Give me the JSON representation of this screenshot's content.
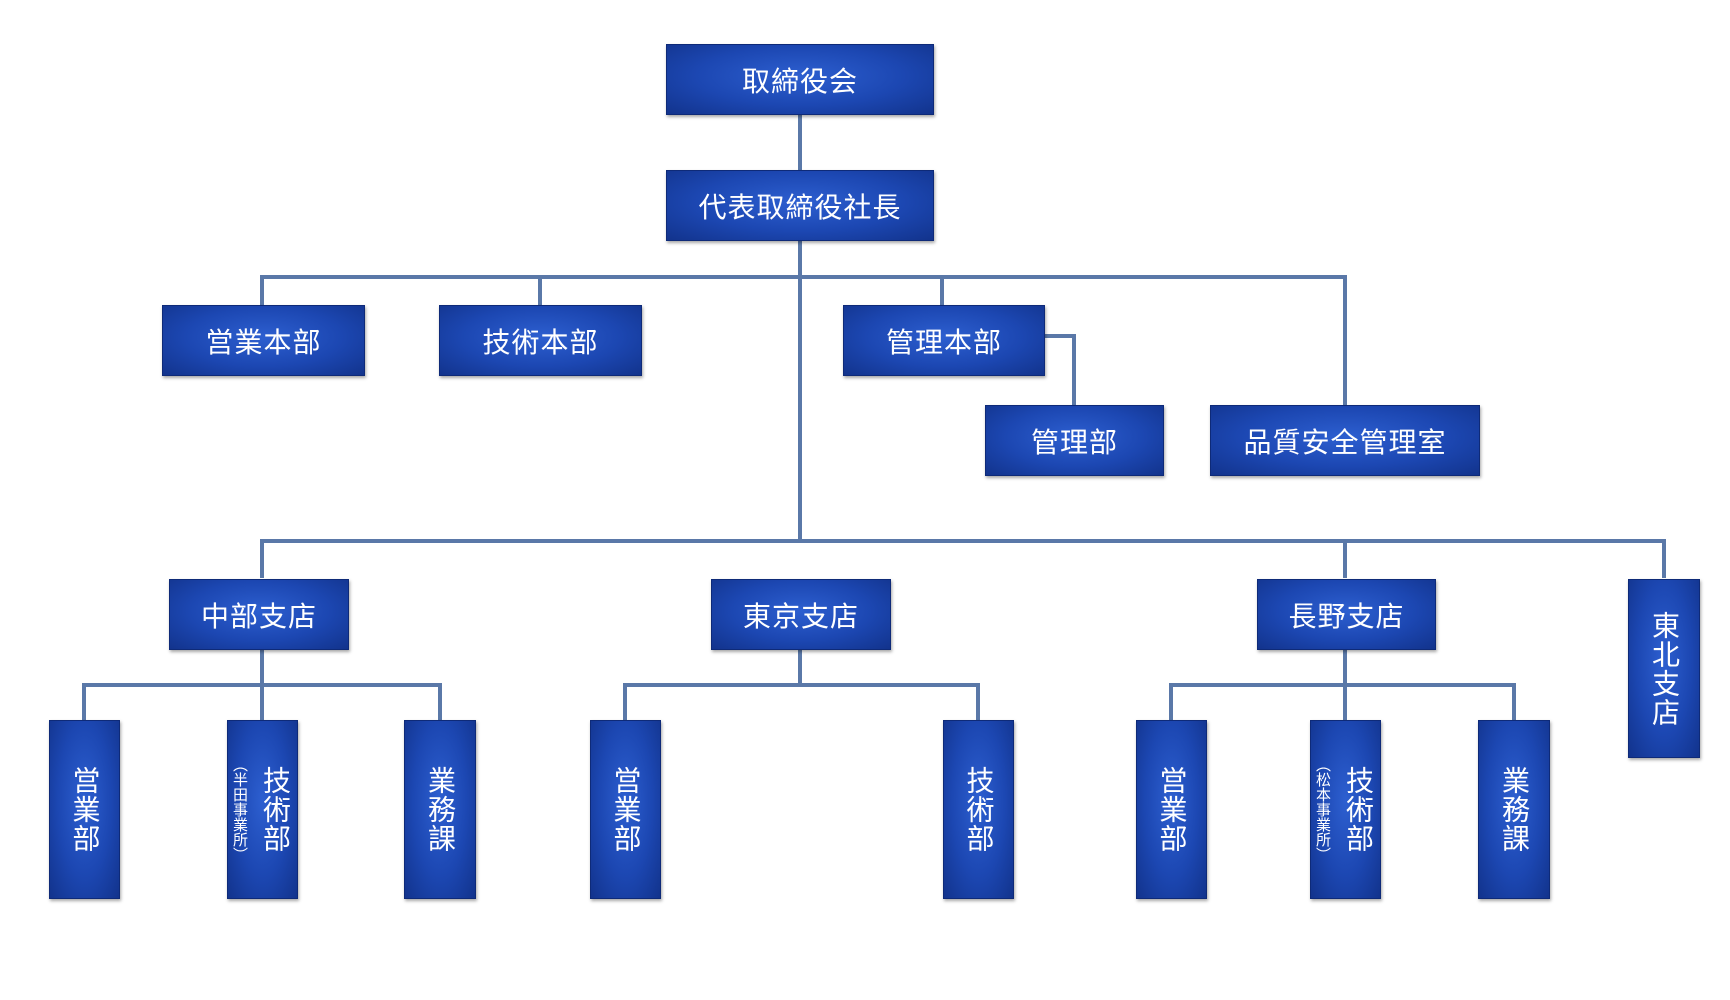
{
  "board": "取締役会",
  "president": "代表取締役社長",
  "divisions": {
    "sales": "営業本部",
    "tech": "技術本部",
    "admin": "管理本部",
    "admin_dept": "管理部",
    "quality": "品質安全管理室"
  },
  "branches": {
    "chubu": {
      "name": "中部支店",
      "sales": "営業部",
      "tech": "技術部",
      "tech_note": "（半田事業所）",
      "ops": "業務課"
    },
    "tokyo": {
      "name": "東京支店",
      "sales": "営業部",
      "tech": "技術部"
    },
    "nagano": {
      "name": "長野支店",
      "sales": "営業部",
      "tech": "技術部",
      "tech_note": "（松本事業所）",
      "ops": "業務課"
    },
    "tohoku": {
      "name": "東北支店"
    }
  },
  "colors": {
    "box": "#1c47b2",
    "line": "#5a78a8",
    "text": "#ffffff"
  }
}
